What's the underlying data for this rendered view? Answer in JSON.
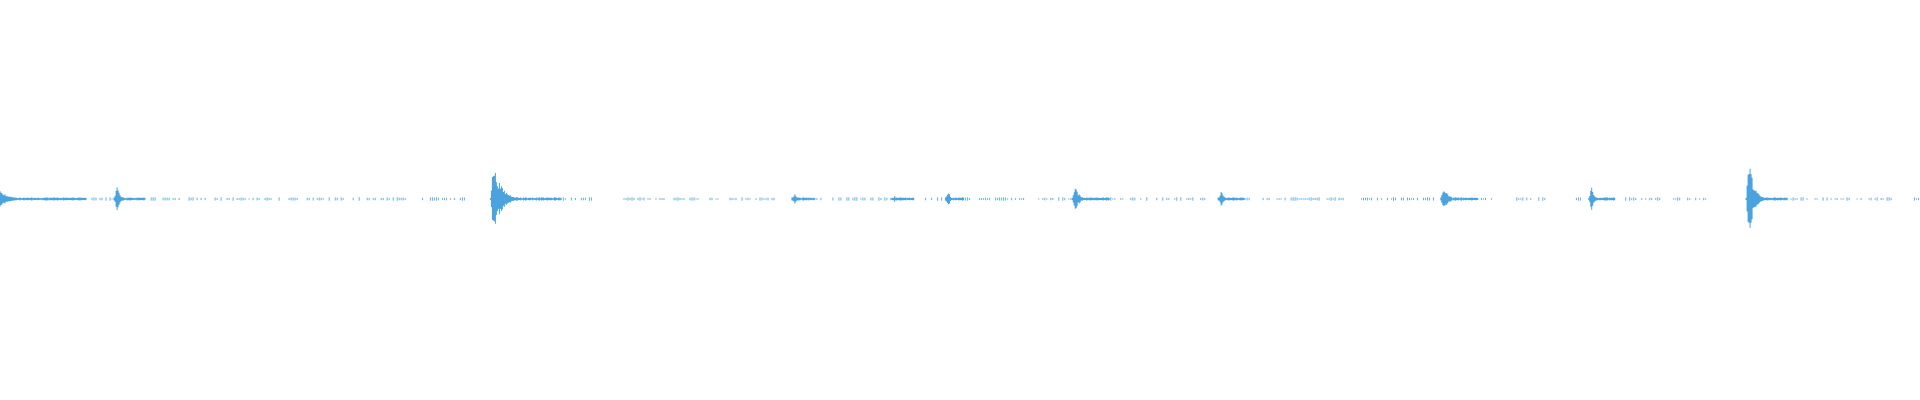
{
  "waveform": {
    "color": "#4aa3df",
    "transients": [
      {
        "position": 0.0,
        "amplitude": 0.1,
        "tail": 0.045
      },
      {
        "position": 0.061,
        "amplitude": 0.16,
        "tail": 0.015
      },
      {
        "position": 0.257,
        "amplitude": 0.44,
        "tail": 0.035
      },
      {
        "position": 0.414,
        "amplitude": 0.08,
        "tail": 0.01
      },
      {
        "position": 0.466,
        "amplitude": 0.04,
        "tail": 0.01
      },
      {
        "position": 0.494,
        "amplitude": 0.1,
        "tail": 0.008
      },
      {
        "position": 0.56,
        "amplitude": 0.16,
        "tail": 0.018
      },
      {
        "position": 0.636,
        "amplitude": 0.11,
        "tail": 0.012
      },
      {
        "position": 0.752,
        "amplitude": 0.16,
        "tail": 0.018
      },
      {
        "position": 0.829,
        "amplitude": 0.15,
        "tail": 0.012
      },
      {
        "position": 0.911,
        "amplitude": 0.52,
        "tail": 0.02
      }
    ],
    "noise_segments": [
      [
        0.0,
        0.06
      ],
      [
        0.061,
        0.155
      ],
      [
        0.16,
        0.215
      ],
      [
        0.22,
        0.245
      ],
      [
        0.257,
        0.31
      ],
      [
        0.325,
        0.405
      ],
      [
        0.414,
        0.47
      ],
      [
        0.48,
        0.535
      ],
      [
        0.54,
        0.63
      ],
      [
        0.636,
        0.7
      ],
      [
        0.706,
        0.78
      ],
      [
        0.79,
        0.805
      ],
      [
        0.82,
        0.83
      ],
      [
        0.829,
        0.89
      ],
      [
        0.911,
        0.985
      ],
      [
        0.995,
        1.0
      ]
    ]
  }
}
